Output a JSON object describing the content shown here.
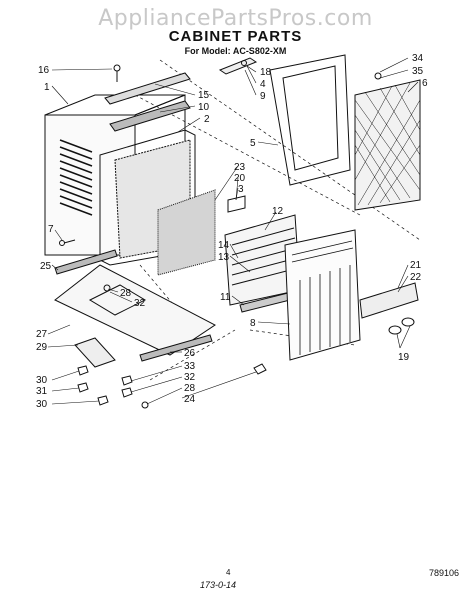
{
  "watermark": "AppliancePartsPros.com",
  "title": "CABINET PARTS",
  "subtitle": "For Model: AC-S802-XM",
  "footer_code": "789106",
  "footer_page": "4",
  "footer_handwritten": "173-0-14",
  "callouts": [
    "16",
    "1",
    "15",
    "10",
    "2",
    "18",
    "4",
    "9",
    "34",
    "35",
    "6",
    "5",
    "23",
    "20",
    "3",
    "12",
    "7",
    "25",
    "14",
    "13",
    "11",
    "8",
    "21",
    "22",
    "28",
    "32",
    "27",
    "29",
    "26",
    "33",
    "30",
    "31",
    "24",
    "19"
  ]
}
